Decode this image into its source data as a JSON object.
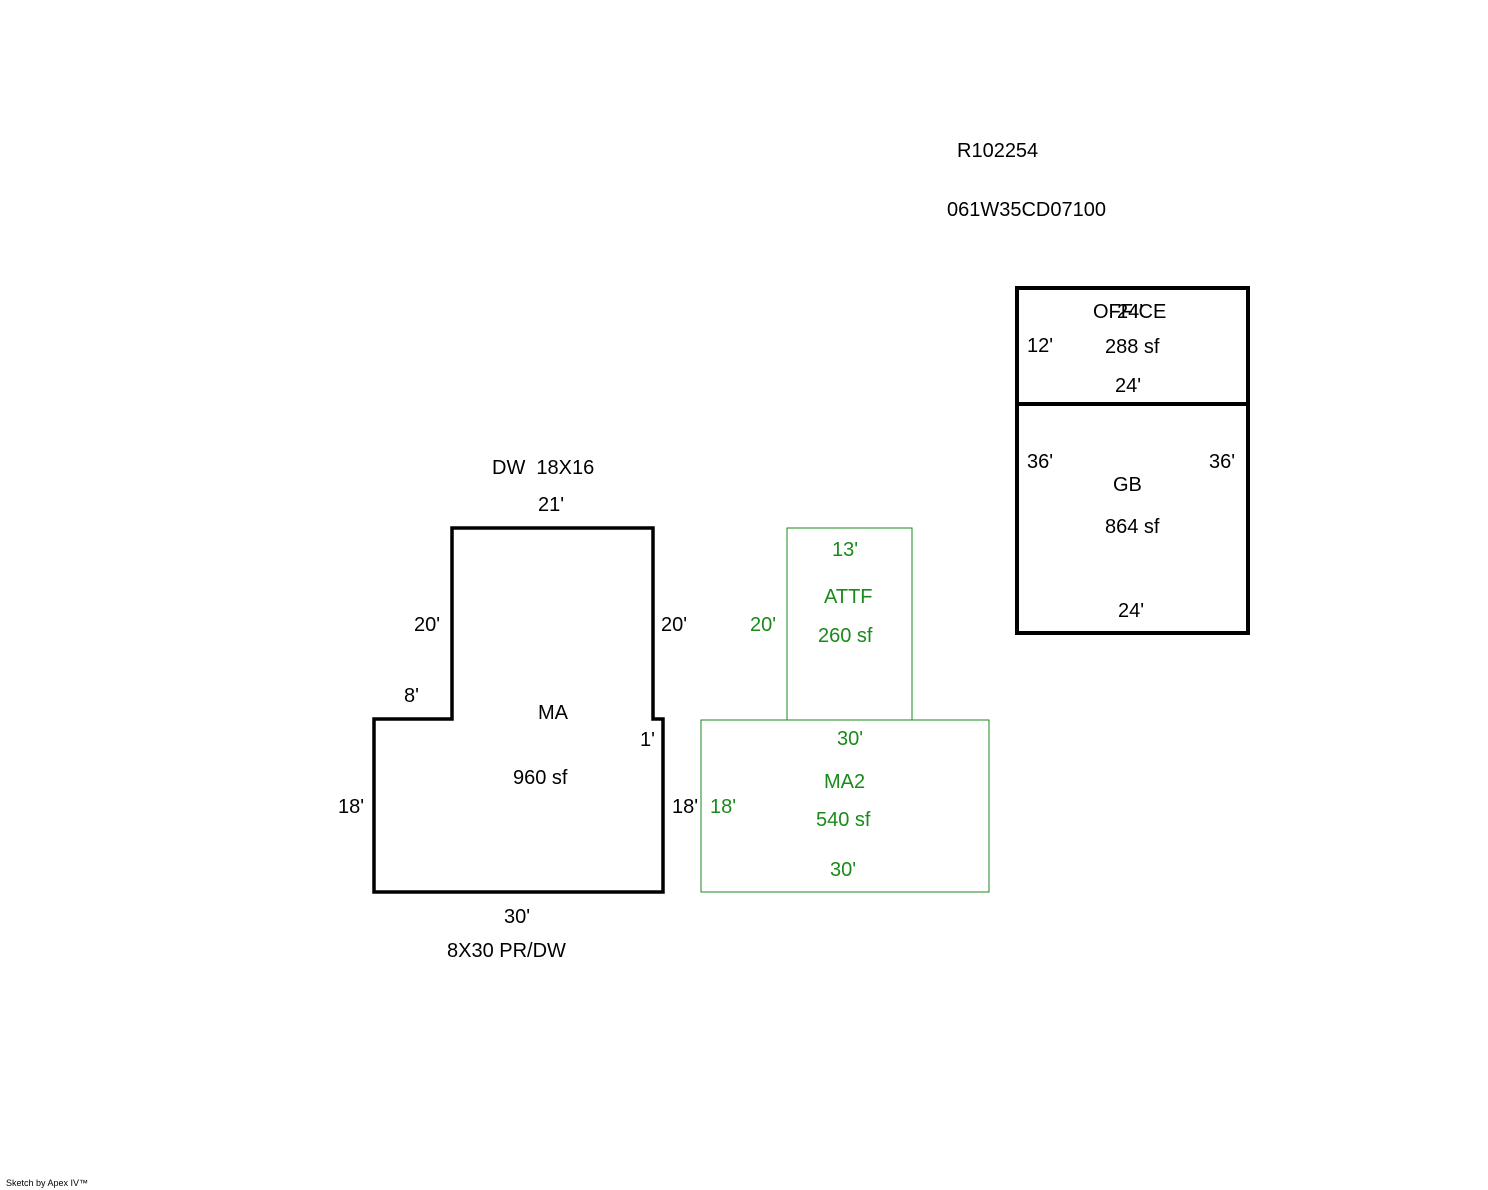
{
  "header": {
    "record_id": "R102254",
    "parcel_id": "061W35CD07100"
  },
  "colors": {
    "primary_line": "#000000",
    "secondary_line": "#1a8a1a"
  },
  "areas": {
    "ma": {
      "name": "MA",
      "area": "960 sf",
      "top_note": "DW  18X16",
      "bottom_note": "8X30 PR/DW",
      "dims": {
        "top": "21'",
        "left_upper": "20'",
        "right_upper": "20'",
        "step_left": "8'",
        "step_right": "1'",
        "left_lower": "18'",
        "right_lower": "18'",
        "bottom": "30'"
      }
    },
    "attf": {
      "name": "ATTF",
      "area": "260 sf",
      "dims": {
        "top": "13'",
        "left": "20'"
      }
    },
    "ma2": {
      "name": "MA2",
      "area": "540 sf",
      "dims": {
        "top": "30'",
        "left": "18'",
        "bottom": "30'"
      }
    },
    "office": {
      "name": "OFFICE",
      "area": "288 sf",
      "dims": {
        "top": "24'",
        "left": "12'",
        "bottom": "24'"
      }
    },
    "gb": {
      "name": "GB",
      "area": "864 sf",
      "dims": {
        "left": "36'",
        "right": "36'",
        "bottom": "24'"
      }
    }
  },
  "footer": {
    "credit": "Sketch by Apex IV™"
  }
}
